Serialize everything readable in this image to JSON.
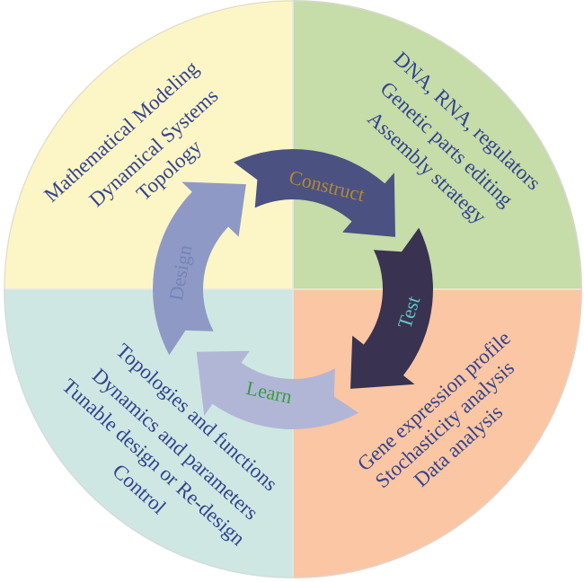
{
  "colors": {
    "quadrant_top_left": "#fcf5c6",
    "quadrant_top_right": "#c6dca9",
    "quadrant_bottom_left": "#cee7e3",
    "quadrant_bottom_right": "#fbc6a3",
    "quadrant_text": "#33438f"
  },
  "cycle": [
    {
      "label": "Construct",
      "arrow_color": "#4b5181",
      "label_color": "#b08a30"
    },
    {
      "label": "Test",
      "arrow_color": "#393250",
      "label_color": "#62c3c3"
    },
    {
      "label": "Learn",
      "arrow_color": "#b1b6d7",
      "label_color": "#3a9e3e"
    },
    {
      "label": "Design",
      "arrow_color": "#8e9ac5",
      "label_color": "#7583b6"
    }
  ],
  "quadrants": {
    "design": [
      "Mathematical Modeling",
      "Dynamical Systems",
      "Topology"
    ],
    "construct": [
      "DNA, RNA, regulators",
      "Genetic parts editing",
      "Assembly strategy"
    ],
    "test": [
      "Gene expression profile",
      "Stochasticity analysis",
      "Data analysis"
    ],
    "learn": [
      "Topologies and functions",
      "Dynamics and parameters",
      "Tunable design or Re-design",
      "Control"
    ]
  }
}
